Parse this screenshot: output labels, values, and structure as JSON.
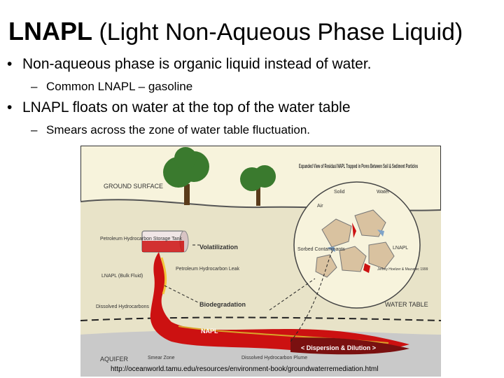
{
  "slide": {
    "title_main": "LNAPL",
    "title_paren": "(Light Non-Aqueous Phase Liquid)",
    "bullets": [
      {
        "text": "Non-aqueous phase is organic liquid instead of water.",
        "sub": "Common LNAPL – gasoline"
      },
      {
        "text": "LNAPL floats on water at the top of the water table",
        "sub": "Smears across the zone of water table fluctuation."
      }
    ],
    "bullet_glyph": "•",
    "dash_glyph": "–"
  },
  "figure": {
    "labels": {
      "ground_surface": "GROUND SURFACE",
      "storage_tank": "Petroleum Hydrocarbon Storage Tank",
      "volatilization": "Volatilization",
      "leak": "Petroleum Hydrocarbon Leak",
      "lnapl_bulk": "LNAPL (Bulk Fluid)",
      "dissolved_hc": "Dissolved Hydrocarbons",
      "biodegradation": "Biodegradation",
      "water_table": "WATER TABLE",
      "napl": "NAPL",
      "dispersion": "< Dispersion & Dilution >",
      "aquifer": "AQUIFER",
      "smear_zone": "Smear Zone",
      "dissolved_plume": "Dissolved Hydrocarbon Plume",
      "expanded_view": "Expanded View of Residual NAPL Trapped in Pores Between Soil & Sediment Particles",
      "solid": "Solid",
      "water": "Water",
      "air": "Air",
      "sorbed": "Sorbed Contaminants",
      "lnapl_inset": "LNAPL",
      "credit": "Jeffrey Hoelzer & Mazanec 1999"
    },
    "source_url": "http://oceanworld.tamu.edu/resources/environment-book/groundwaterremediation.html"
  },
  "colors": {
    "sky": "#f7f3dc",
    "ground": "#c9c9c9",
    "napl": "#cc1111",
    "tree": "#3a7a2e",
    "frame": "#333333"
  }
}
